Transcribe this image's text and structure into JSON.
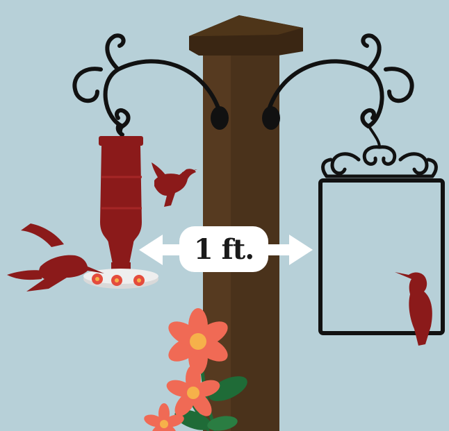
{
  "diagram": {
    "distance_label": "1 ft.",
    "colors": {
      "background": "#b7d0d8",
      "post": "#4a321b",
      "post_cap": "#3a2613",
      "hook_iron": "#111111",
      "feeder_red": "#8b1a1a",
      "hummingbird": "#8b1a1a",
      "flower_petal": "#f06a55",
      "flower_center": "#f6b14a",
      "leaf": "#1f6b37",
      "arrow": "#ffffff"
    },
    "elements": [
      "wooden-post",
      "left-shepherd-hook",
      "right-shepherd-hook",
      "hummingbird-feeder",
      "hanging-frame",
      "hummingbird-feeding",
      "hummingbird-flying",
      "hummingbird-perched",
      "flowering-plant"
    ]
  }
}
